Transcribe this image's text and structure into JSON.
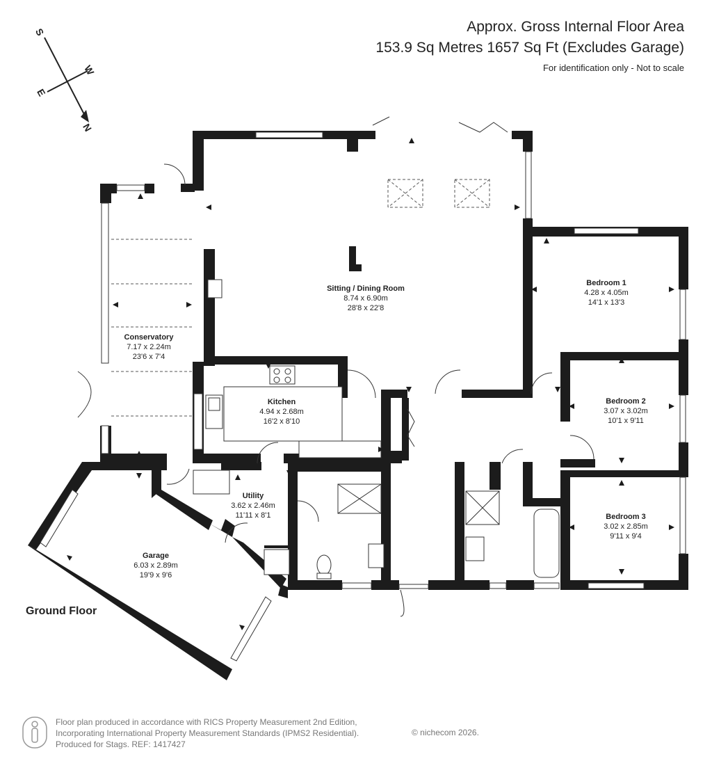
{
  "header": {
    "line1": "Approx. Gross Internal Floor Area",
    "line2": "153.9 Sq Metres 1657 Sq Ft (Excludes Garage)",
    "note": "For identification only - Not to scale"
  },
  "compass": {
    "s": "S",
    "w": "W",
    "e": "E",
    "n": "N"
  },
  "rooms": [
    {
      "name": "Sitting / Dining Room",
      "metric": "8.74 x 6.90m",
      "imperial": "28'8 x 22'8"
    },
    {
      "name": "Bedroom 1",
      "metric": "4.28 x 4.05m",
      "imperial": "14'1 x 13'3"
    },
    {
      "name": "Conservatory",
      "metric": "7.17 x 2.24m",
      "imperial": "23'6 x 7'4"
    },
    {
      "name": "Kitchen",
      "metric": "4.94 x 2.68m",
      "imperial": "16'2 x 8'10"
    },
    {
      "name": "Bedroom 2",
      "metric": "3.07 x 3.02m",
      "imperial": "10'1 x 9'11"
    },
    {
      "name": "Utility",
      "metric": "3.62 x 2.46m",
      "imperial": "11'11 x 8'1"
    },
    {
      "name": "Bedroom 3",
      "metric": "3.02 x 2.85m",
      "imperial": "9'11 x 9'4"
    },
    {
      "name": "Garage",
      "metric": "6.03 x 2.89m",
      "imperial": "19'9 x 9'6"
    }
  ],
  "floor_label": "Ground Floor",
  "footer": {
    "line1": "Floor plan produced in accordance with RICS Property Measurement 2nd Edition,",
    "line2": "Incorporating International Property Measurement Standards (IPMS2 Residential).",
    "line3": "Produced for Stags.   REF: 1417427",
    "copyright": "© nichecom 2026."
  },
  "colors": {
    "wall": "#1c1c1c",
    "text": "#222222",
    "footer_text": "#777777"
  }
}
